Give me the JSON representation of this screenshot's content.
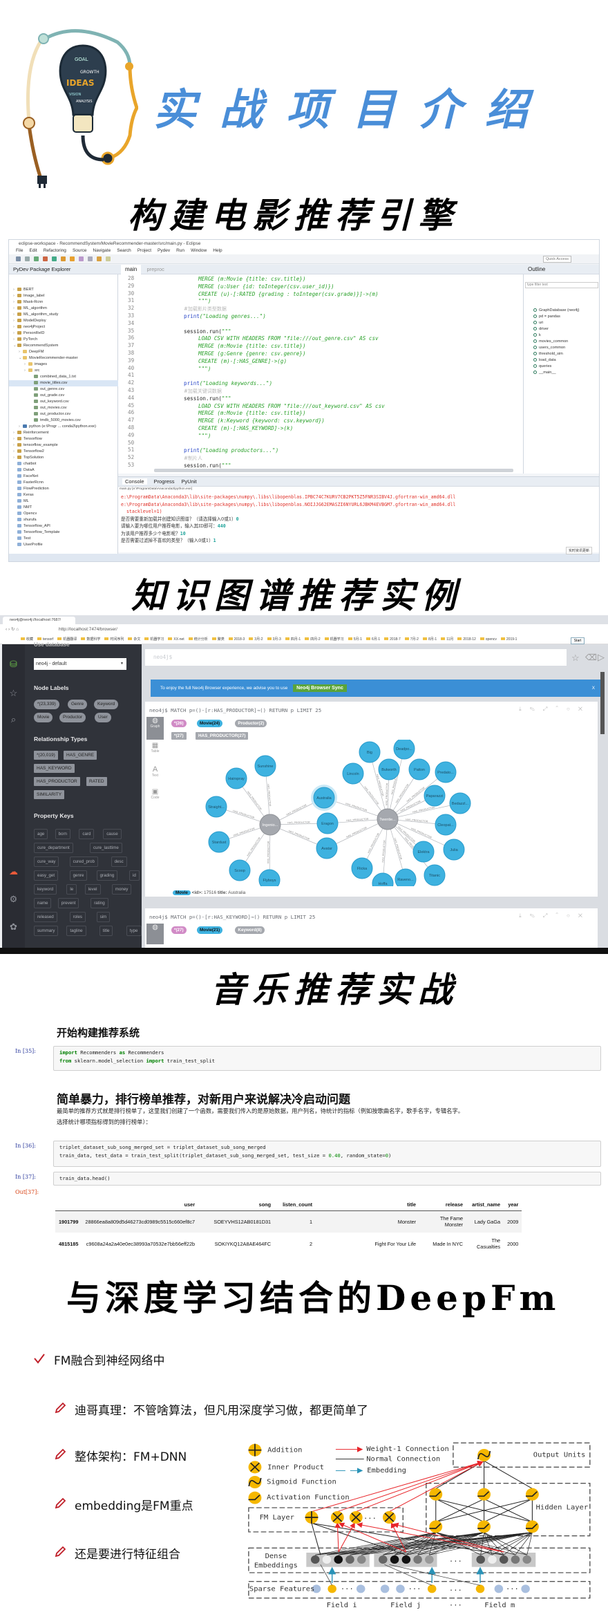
{
  "logo": {
    "lettering": [
      "GOAL",
      "GROWTH",
      "IDEAS",
      "VISION",
      "ANALYSIS"
    ]
  },
  "header": {
    "title": "实战项目介绍",
    "title_color": "#4a8ed8"
  },
  "sections": {
    "movie": "构建电影推荐引擎",
    "kg": "知识图谱推荐实例",
    "music": "音乐推荐实战",
    "deepfm": "与深度学习结合的DeepFm"
  },
  "eclipse": {
    "window_title": "eclipse-workspace - RecommendSystem/MovieRecommender-master/src/main.py - Eclipse",
    "menu": [
      "File",
      "Edit",
      "Refactoring",
      "Source",
      "Navigate",
      "Search",
      "Project",
      "Pydev",
      "Run",
      "Window",
      "Help"
    ],
    "quick_access": "Quick Access",
    "explorer_title": "PyDev Package Explorer",
    "tree": [
      {
        "label": "BERT",
        "level": 0,
        "type": "project"
      },
      {
        "label": "Image_label",
        "level": 0,
        "type": "project"
      },
      {
        "label": "Mask-Rcnn",
        "level": 0,
        "type": "project"
      },
      {
        "label": "ML_algorithm",
        "level": 0,
        "type": "project"
      },
      {
        "label": "ML_algorithm_study",
        "level": 0,
        "type": "project"
      },
      {
        "label": "ModelDeploy",
        "level": 0,
        "type": "project"
      },
      {
        "label": "neo4jProject",
        "level": 0,
        "type": "project"
      },
      {
        "label": "PersonReID",
        "level": 0,
        "type": "project"
      },
      {
        "label": "PyTorch",
        "level": 0,
        "type": "project"
      },
      {
        "label": "RecommendSystem",
        "level": 0,
        "type": "project",
        "expanded": true
      },
      {
        "label": "DeepFM",
        "level": 1,
        "type": "folder"
      },
      {
        "label": "MovieRecommender-master",
        "level": 1,
        "type": "folder",
        "expanded": true
      },
      {
        "label": "images",
        "level": 2,
        "type": "folder"
      },
      {
        "label": "src",
        "level": 2,
        "type": "folder"
      },
      {
        "label": "combined_data_1.txt",
        "level": 3,
        "type": "file"
      },
      {
        "label": "movie_titles.csv",
        "level": 3,
        "type": "file",
        "selected": true
      },
      {
        "label": "out_genre.csv",
        "level": 3,
        "type": "file"
      },
      {
        "label": "out_grade.csv",
        "level": 3,
        "type": "file"
      },
      {
        "label": "out_keyword.csv",
        "level": 3,
        "type": "file"
      },
      {
        "label": "out_movies.csv",
        "level": 3,
        "type": "file"
      },
      {
        "label": "out_productor.csv",
        "level": 3,
        "type": "file"
      },
      {
        "label": "tmdb_5000_movies.csv",
        "level": 3,
        "type": "file"
      },
      {
        "label": "python (e:\\Progr ... conda3\\python.exe)",
        "level": 1,
        "type": "python"
      },
      {
        "label": "Reinforcement",
        "level": 0,
        "type": "project"
      },
      {
        "label": "Tensorflow",
        "level": 0,
        "type": "project"
      },
      {
        "label": "tensorflow_example",
        "level": 0,
        "type": "project"
      },
      {
        "label": "Tensorflow2",
        "level": 0,
        "type": "project"
      },
      {
        "label": "TopSolution",
        "level": 0,
        "type": "project"
      },
      {
        "label": "chatbot",
        "level": 0,
        "type": "plain"
      },
      {
        "label": "DataA",
        "level": 0,
        "type": "plain"
      },
      {
        "label": "FaceNet",
        "level": 0,
        "type": "plain"
      },
      {
        "label": "FasterRcnn",
        "level": 0,
        "type": "plain"
      },
      {
        "label": "FlowPrediction",
        "level": 0,
        "type": "plain"
      },
      {
        "label": "Keras",
        "level": 0,
        "type": "plain"
      },
      {
        "label": "ML",
        "level": 0,
        "type": "plain"
      },
      {
        "label": "NMT",
        "level": 0,
        "type": "plain"
      },
      {
        "label": "Opencv",
        "level": 0,
        "type": "plain"
      },
      {
        "label": "shurufa",
        "level": 0,
        "type": "plain"
      },
      {
        "label": "Tensorflow_API",
        "level": 0,
        "type": "plain"
      },
      {
        "label": "Tensorflow_Template",
        "level": 0,
        "type": "plain"
      },
      {
        "label": "Test",
        "level": 0,
        "type": "plain"
      },
      {
        "label": "UserProfile",
        "level": 0,
        "type": "plain"
      }
    ],
    "editor_tabs": [
      "main",
      "preproc"
    ],
    "code": [
      {
        "n": "28",
        "i": 2,
        "s": [
          [
            "str",
            "MERGE (m:Movie {title: csv.title})"
          ]
        ]
      },
      {
        "n": "29",
        "i": 2,
        "s": [
          [
            "str",
            "MERGE (u:User {id: toInteger(csv.user_id)})"
          ]
        ]
      },
      {
        "n": "30",
        "i": 2,
        "s": [
          [
            "str",
            "CREATE (u)-[:RATED {grading : toInteger(csv.grade)}]->(m)"
          ]
        ]
      },
      {
        "n": "31",
        "i": 2,
        "s": [
          [
            "str",
            "\"\"\")"
          ]
        ]
      },
      {
        "n": "32",
        "i": 1,
        "s": [
          [
            "cmt",
            "#加载影片类型数据"
          ]
        ]
      },
      {
        "n": "33",
        "i": 1,
        "s": [
          [
            "kw",
            "print"
          ],
          [
            "str",
            "(\"Loading genres...\")"
          ]
        ]
      },
      {
        "n": "34",
        "i": 0,
        "s": []
      },
      {
        "n": "35",
        "i": 1,
        "s": [
          [
            "plain",
            "session.run("
          ],
          [
            "str",
            "\"\"\""
          ]
        ]
      },
      {
        "n": "36",
        "i": 2,
        "s": [
          [
            "str",
            "LOAD CSV WITH HEADERS FROM \"file:///out_genre.csv\" AS csv"
          ]
        ]
      },
      {
        "n": "37",
        "i": 2,
        "s": [
          [
            "str",
            "MERGE (m:Movie {title: csv.title})"
          ]
        ]
      },
      {
        "n": "38",
        "i": 2,
        "s": [
          [
            "str",
            "MERGE (g:Genre {genre: csv.genre})"
          ]
        ]
      },
      {
        "n": "39",
        "i": 2,
        "s": [
          [
            "str",
            "CREATE (m)-[:HAS_GENRE]->(g)"
          ]
        ]
      },
      {
        "n": "40",
        "i": 2,
        "s": [
          [
            "str",
            "\"\"\")"
          ]
        ]
      },
      {
        "n": "41",
        "i": 0,
        "s": []
      },
      {
        "n": "42",
        "i": 1,
        "s": [
          [
            "kw",
            "print"
          ],
          [
            "str",
            "(\"Loading keywords...\")"
          ]
        ]
      },
      {
        "n": "43",
        "i": 1,
        "s": [
          [
            "cmt",
            "#加载关键词数据"
          ]
        ]
      },
      {
        "n": "44",
        "i": 1,
        "s": [
          [
            "plain",
            "session.run("
          ],
          [
            "str",
            "\"\"\""
          ]
        ]
      },
      {
        "n": "45",
        "i": 2,
        "s": [
          [
            "str",
            "LOAD CSV WITH HEADERS FROM \"file:///out_keyword.csv\" AS csv"
          ]
        ]
      },
      {
        "n": "46",
        "i": 2,
        "s": [
          [
            "str",
            "MERGE (m:Movie {title: csv.title})"
          ]
        ]
      },
      {
        "n": "47",
        "i": 2,
        "s": [
          [
            "str",
            "MERGE (k:Keyword {keyword: csv.keyword})"
          ]
        ]
      },
      {
        "n": "48",
        "i": 2,
        "s": [
          [
            "str",
            "CREATE (m)-[:HAS_KEYWORD]->(k)"
          ]
        ]
      },
      {
        "n": "49",
        "i": 2,
        "s": [
          [
            "str",
            "\"\"\")"
          ]
        ]
      },
      {
        "n": "50",
        "i": 0,
        "s": []
      },
      {
        "n": "51",
        "i": 1,
        "s": [
          [
            "kw",
            "print"
          ],
          [
            "str",
            "(\"Loading productors...\")"
          ]
        ]
      },
      {
        "n": "52",
        "i": 1,
        "s": [
          [
            "cmt",
            "#制片人"
          ]
        ]
      },
      {
        "n": "53",
        "i": 1,
        "s": [
          [
            "plain",
            "session.run("
          ],
          [
            "str",
            "\"\"\""
          ]
        ]
      }
    ],
    "outline_title": "Outline",
    "outline_filter_placeholder": "type filter text",
    "outline": [
      "GraphDatabase (neo4j)",
      "pd = pandas",
      "uri",
      "driver",
      "k",
      "movies_common",
      "users_common",
      "threshold_sim",
      "load_data",
      "queries",
      "__main__"
    ],
    "console_tabs": [
      "Console",
      "Progress",
      "PyUnit"
    ],
    "console_label": "main.py [e:\\ProgramData\\Anaconda3\\python.exe]",
    "console_lines": [
      {
        "t": "e:\\ProgramData\\Anaconda3\\lib\\site-packages\\numpy\\.libs\\libopenblas.IPBC74C7KURV7CB2PKT5Z5FNR3SIBV4J.gfortran-win_amd64.dll",
        "err": true
      },
      {
        "t": "e:\\ProgramData\\Anaconda3\\lib\\site-packages\\numpy\\.libs\\libopenblas.NOIJJG62EMASZI6NYURL6JBKM4EVBGM7.gfortran-win_amd64.dll",
        "err": true
      },
      {
        "t": "  stacklevel=1)",
        "err": true
      },
      {
        "t": "是否需要重新加载并创建知识图谱？（请选择输入0或1）",
        "v": "0"
      },
      {
        "t": "请输入要为哪位用户推荐电影，输入其ID即可：",
        "v": "440"
      },
      {
        "t": "为该用户推荐多少个电影呢？",
        "v": "10"
      },
      {
        "t": "是否需要过滤掉不喜欢的类型？（输入0或1）",
        "v": "1"
      }
    ],
    "status_notice": "实时资讯更新"
  },
  "neo4j": {
    "tab_title": "neo4j@neo4j://localhost:7687/",
    "url": "http://localhost:7474/browser/",
    "bookmarks": [
      "收藏",
      "tensorf",
      "机器翻译",
      "数据科学",
      "时间序列",
      "杂文",
      "机器学习",
      "XX-net",
      "统计分析",
      "聚类",
      "2018-3",
      "3月-2",
      "3月-3",
      "四月-1",
      "四月-2",
      "机器学习",
      "5月-1",
      "6月-1",
      "2018-7",
      "7月-2",
      "8月-1",
      "11月",
      "2018-12",
      "opencv",
      "2019-1"
    ],
    "use_database": "Use database",
    "database_select": "neo4j - default",
    "node_labels_title": "Node Labels",
    "node_labels": [
      "*(23,339)",
      "Genre",
      "Keyword",
      "Movie",
      "Productor",
      "User"
    ],
    "rel_types_title": "Relationship Types",
    "rel_types": [
      "*(20,019)",
      "HAS_GENRE",
      "HAS_KEYWORD",
      "HAS_PRODUCTOR",
      "RATED",
      "SIMILARITY"
    ],
    "property_keys_title": "Property Keys",
    "property_keys": [
      [
        "age",
        "born",
        "card",
        "cause"
      ],
      [
        "cure_department",
        "cure_lasttime"
      ],
      [
        "cure_way",
        "cured_prob",
        "desc"
      ],
      [
        "easy_get",
        "genre",
        "grading",
        "id"
      ],
      [
        "keyword",
        "le",
        "level",
        "money"
      ],
      [
        "name",
        "prevent",
        "rating"
      ],
      [
        "released",
        "roles",
        "sim"
      ],
      [
        "summary",
        "tagline",
        "title",
        "type"
      ]
    ],
    "editor_prompt": "neo4j$",
    "start_tooltip": "Start",
    "banner_text": "To enjoy the full Neo4j Browser experience, we advise you to use",
    "banner_button": "Neo4j Browser Sync",
    "banner_close": "X",
    "frame1": {
      "query": "neo4j$ MATCH p=()-[r:HAS_PRODUCTOR]→() RETURN p LIMIT 25",
      "pills": [
        "*(26)",
        "Movie(24)",
        "Productor(2)"
      ],
      "rel_pills": [
        "*(27)",
        "HAS_PRODUCTOR(27)"
      ],
      "footer_label": "Movie",
      "footer_id_key": "<id>:",
      "footer_id": "17516",
      "footer_title_key": "title:",
      "footer_title": "Australia"
    },
    "frame2": {
      "query": "neo4j$ MATCH p=()-[r:HAS_KEYWORD]→() RETURN p LIMIT 25",
      "pills": [
        "*(27)",
        "Movie(21)",
        "Keyword(8)"
      ]
    },
    "side_tabs": [
      "Graph",
      "Table",
      "Text",
      "Code"
    ],
    "graph": {
      "edge_label": "HAS_PRODUCTOR",
      "productors": [
        "Ingenio...",
        "Twentie..."
      ],
      "movies": [
        "Sunshine",
        "Hairspray",
        "Straight...",
        "Stardust",
        "Scoop",
        "Flyboys",
        "Australia",
        "Eragon",
        "Avatar",
        "Big",
        "Deadpo...",
        "Lincoln",
        "Bulworth",
        "Patton",
        "Predato...",
        "Paparazzi",
        "Bedazzl...",
        "Cleopat...",
        "Julia",
        "Elektra",
        "Titanic",
        "Raveno...",
        "Hoffa",
        "Flicka"
      ],
      "edges": [
        [
          "Sunshine",
          0
        ],
        [
          "Hairspray",
          0
        ],
        [
          "Straight...",
          0
        ],
        [
          "Stardust",
          0
        ],
        [
          "Scoop",
          0
        ],
        [
          "Flyboys",
          0
        ],
        [
          "Australia",
          0
        ],
        [
          "Eragon",
          0
        ],
        [
          "Avatar",
          0
        ],
        [
          "Australia",
          1
        ],
        [
          "Eragon",
          1
        ],
        [
          "Avatar",
          1
        ],
        [
          "Big",
          1
        ],
        [
          "Deadpo...",
          1
        ],
        [
          "Lincoln",
          1
        ],
        [
          "Bulworth",
          1
        ],
        [
          "Patton",
          1
        ],
        [
          "Predato...",
          1
        ],
        [
          "Paparazzi",
          1
        ],
        [
          "Bedazzl...",
          1
        ],
        [
          "Cleopat...",
          1
        ],
        [
          "Julia",
          1
        ],
        [
          "Elektra",
          1
        ],
        [
          "Titanic",
          1
        ],
        [
          "Raveno...",
          1
        ],
        [
          "Hoffa",
          1
        ],
        [
          "Flicka",
          1
        ]
      ],
      "movie_color": "#3eb2e0",
      "productor_color": "#a5a8ae"
    }
  },
  "notebook": {
    "h1": "开始构建推荐系统",
    "cell35": {
      "prompt": "In [35]:",
      "lines": [
        [
          [
            "k",
            "import"
          ],
          [
            "t",
            " Recommenders "
          ],
          [
            "k",
            "as"
          ],
          [
            "t",
            " Recommenders"
          ]
        ],
        [
          [
            "k",
            "from"
          ],
          [
            "t",
            " sklearn.model_selection "
          ],
          [
            "k",
            "import"
          ],
          [
            "t",
            " train_test_split"
          ]
        ]
      ]
    },
    "h2": "简单暴力，排行榜单推荐，对新用户来说解决冷启动问题",
    "para": [
      "最简单的推荐方式就是排行榜单了，这里我们创建了一个函数，需要我们传入的是原始数据，用户列名，待统计的指标（例如按歌曲名字，歌手名字，专辑名字。",
      "选择统计哪项指标得到的排行榜单）："
    ],
    "cell36": {
      "prompt": "In [36]:",
      "lines": [
        [
          [
            "t",
            "triplet_dataset_sub_song_merged_set = triplet_dataset_sub_song_merged"
          ]
        ],
        [
          [
            "t",
            "train_data, test_data = train_test_split(triplet_dataset_sub_song_merged_set, test_size = "
          ],
          [
            "n",
            "0.40"
          ],
          [
            "t",
            ", random_state="
          ],
          [
            "n",
            "0"
          ],
          [
            "t",
            ")"
          ]
        ]
      ]
    },
    "cell37": {
      "prompt": "In [37]:",
      "lines": [
        [
          [
            "t",
            "train_data.head()"
          ]
        ]
      ]
    },
    "out37": "Out[37]:",
    "table": {
      "columns": [
        "",
        "user",
        "song",
        "listen_count",
        "title",
        "release",
        "artist_name",
        "year"
      ],
      "rows": [
        [
          "1901799",
          "28866ea8a809d5d46273cd0989c5515c660ef8c7",
          "SOEYVHS12AB0181D31",
          "1",
          "Monster",
          "The Fame Monster",
          "Lady GaGa",
          "2009"
        ],
        [
          "4815185",
          "c9608a24a2a40e0ec38993a70532e7bb56eff22b",
          "SOKIYKQ12A8AE464FC",
          "2",
          "Fight For Your Life",
          "Made In NYC",
          "The Casualties",
          "2000"
        ]
      ]
    }
  },
  "deepfm": {
    "bullets": [
      {
        "icon": "check-icon",
        "text": "FM融合到神经网络中"
      },
      {
        "icon": "pencil-icon",
        "text": "迪哥真理：不管啥算法，但凡用深度学习做，都更简单了"
      },
      {
        "icon": "pencil-icon",
        "text": "整体架构：FM+DNN"
      },
      {
        "icon": "pencil-icon",
        "text": "embedding是FM重点"
      },
      {
        "icon": "pencil-icon",
        "text": "还是要进行特征组合"
      }
    ],
    "icon_color": "#c0202a",
    "diagram": {
      "legend": [
        "Addition",
        "Inner Product",
        "Sigmoid Function",
        "Activation Function"
      ],
      "connections": [
        "Weight-1 Connection",
        "Normal Connection",
        "Embedding"
      ],
      "output_units": "Output Units",
      "hidden_layer": "Hidden Layer",
      "fm_layer": "FM Layer",
      "dense_embeddings": [
        "Dense",
        "Embeddings"
      ],
      "sparse_features": "Sparse Features",
      "fields": [
        "Field i",
        "Field j",
        "···",
        "Field m"
      ],
      "ellipsis": "···",
      "node_color": "#f5b700",
      "sparse_color": "#a9bfdf",
      "weight_color": "#e8262b",
      "embedding_color": "#2a93b8"
    }
  }
}
